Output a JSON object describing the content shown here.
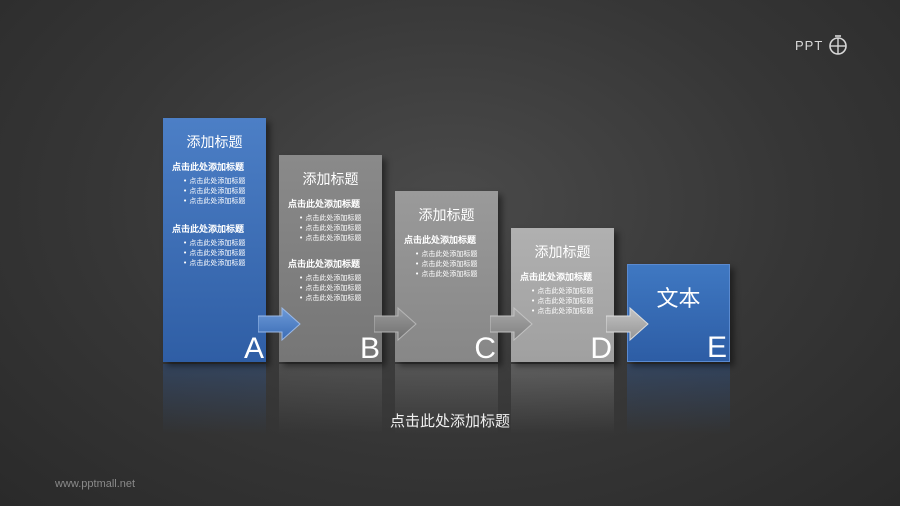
{
  "logo": {
    "text": "PPT"
  },
  "cards": {
    "a": {
      "title": "添加标题",
      "sections": [
        {
          "subtitle": "点击此处添加标题",
          "items": [
            "点击此处添加标题",
            "点击此处添加标题",
            "点击此处添加标题"
          ]
        },
        {
          "subtitle": "点击此处添加标题",
          "items": [
            "点击此处添加标题",
            "点击此处添加标题",
            "点击此处添加标题"
          ]
        }
      ],
      "letter": "A"
    },
    "b": {
      "title": "添加标题",
      "sections": [
        {
          "subtitle": "点击此处添加标题",
          "items": [
            "点击此处添加标题",
            "点击此处添加标题",
            "点击此处添加标题"
          ]
        },
        {
          "subtitle": "点击此处添加标题",
          "items": [
            "点击此处添加标题",
            "点击此处添加标题",
            "点击此处添加标题"
          ]
        }
      ],
      "letter": "B"
    },
    "c": {
      "title": "添加标题",
      "sections": [
        {
          "subtitle": "点击此处添加标题",
          "items": [
            "点击此处添加标题",
            "点击此处添加标题",
            "点击此处添加标题"
          ]
        }
      ],
      "letter": "C"
    },
    "d": {
      "title": "添加标题",
      "sections": [
        {
          "subtitle": "点击此处添加标题",
          "items": [
            "点击此处添加标题",
            "点击此处添加标题",
            "点击此处添加标题"
          ]
        }
      ],
      "letter": "D"
    },
    "e": {
      "main": "文本",
      "letter": "E"
    }
  },
  "caption": "点击此处添加标题",
  "footer": "www.pptmall.net",
  "colors": {
    "blue": "#3a6cb5",
    "gray_dark": "#767676",
    "gray_light": "#a0a0a0",
    "background": "#363636"
  }
}
